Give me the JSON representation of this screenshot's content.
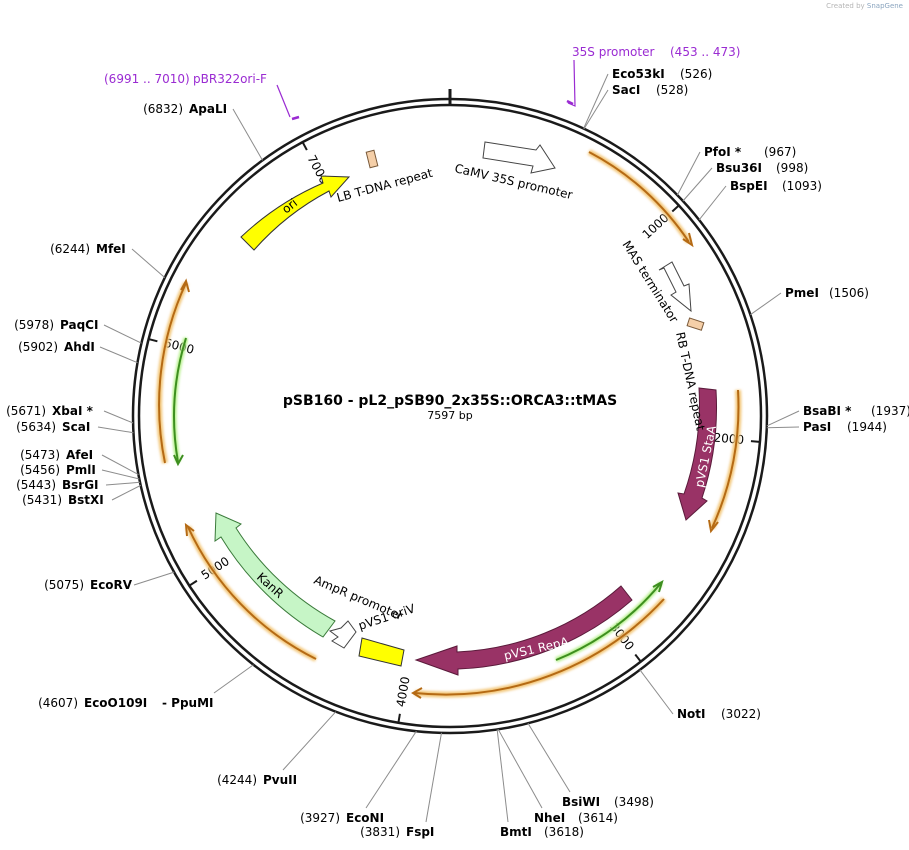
{
  "credit": {
    "prefix": "Created by",
    "brand": "SnapGene"
  },
  "plasmid": {
    "name": "pSB160 - pL2_pSB90_2x35S::ORCA3::tMAS",
    "length_label": "7597 bp",
    "length": 7597
  },
  "ticks": [
    "1000",
    "2000",
    "3000",
    "4000",
    "5000",
    "6000",
    "7000"
  ],
  "primers": [
    {
      "name": "35S promoter",
      "range": "(453 .. 473)"
    },
    {
      "name": "pBR322ori-F",
      "range": "(6991 .. 7010)"
    }
  ],
  "sites": [
    {
      "name": "Eco53kI",
      "pos": "(526)"
    },
    {
      "name": "SacI",
      "pos": "(528)"
    },
    {
      "name": "PfoI *",
      "pos": "(967)"
    },
    {
      "name": "Bsu36I",
      "pos": "(998)"
    },
    {
      "name": "BspEI",
      "pos": "(1093)"
    },
    {
      "name": "PmeI",
      "pos": "(1506)"
    },
    {
      "name": "BsaBI *",
      "pos": "(1937)"
    },
    {
      "name": "PasI",
      "pos": "(1944)"
    },
    {
      "name": "NotI",
      "pos": "(3022)"
    },
    {
      "name": "BsiWI",
      "pos": "(3498)"
    },
    {
      "name": "NheI",
      "pos": "(3614)"
    },
    {
      "name": "BmtI",
      "pos": "(3618)"
    },
    {
      "name": "FspI",
      "pos": "(3831)"
    },
    {
      "name": "EcoNI",
      "pos": "(3927)"
    },
    {
      "name": "PvuII",
      "pos": "(4244)"
    },
    {
      "name": "EcoO109I",
      "pos": "(4607)"
    },
    {
      "name": "- PpuMI",
      "pos": ""
    },
    {
      "name": "EcoRV",
      "pos": "(5075)"
    },
    {
      "name": "BstXI",
      "pos": "(5431)"
    },
    {
      "name": "BsrGI",
      "pos": "(5443)"
    },
    {
      "name": "PmlI",
      "pos": "(5456)"
    },
    {
      "name": "AfeI",
      "pos": "(5473)"
    },
    {
      "name": "ScaI",
      "pos": "(5634)"
    },
    {
      "name": "XbaI *",
      "pos": "(5671)"
    },
    {
      "name": "AhdI",
      "pos": "(5902)"
    },
    {
      "name": "PaqCI",
      "pos": "(5978)"
    },
    {
      "name": "MfeI",
      "pos": "(6244)"
    },
    {
      "name": "ApaLI",
      "pos": "(6832)"
    }
  ],
  "features": [
    {
      "name": "CaMV 35S promoter"
    },
    {
      "name": "MAS terminator"
    },
    {
      "name": "RB T-DNA repeat"
    },
    {
      "name": "pVS1 StaA"
    },
    {
      "name": "pVS1 RepA"
    },
    {
      "name": "pVS1 oriV"
    },
    {
      "name": "AmpR promoter"
    },
    {
      "name": "KanR"
    },
    {
      "name": "ori"
    },
    {
      "name": "LB T-DNA repeat"
    }
  ],
  "colors": {
    "backbone": "#1a1a1a",
    "primer": "#9a2bd2",
    "ori": "#ffff00",
    "repeat": "#f5cfa8",
    "promoter_terminator": "#ffffff",
    "pvs1": "#993366",
    "kanr": "#c6f5c6",
    "orf_orange": "#c8861f",
    "orf_green": "#3d8f1f"
  }
}
